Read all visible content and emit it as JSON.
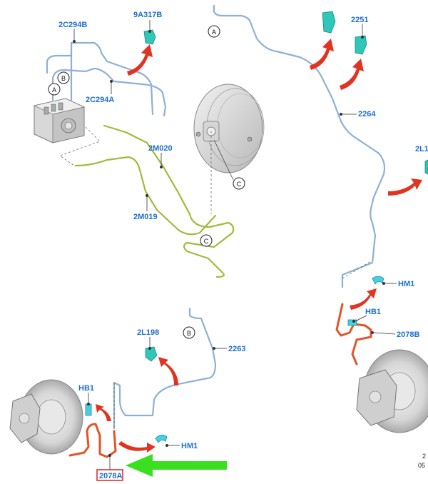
{
  "labels": {
    "p2C294B": "2C294B",
    "p9A317B": "9A317B",
    "p2C294A": "2C294A",
    "p2251": "2251",
    "p2264": "2264",
    "p2L1": "2L1",
    "p2M020": "2M020",
    "p2M019": "2M019",
    "p2L198": "2L198",
    "p2263": "2263",
    "pHB1_left": "HB1",
    "pHM1_left": "HM1",
    "p2078A": "2078A",
    "pHM1_right": "HM1",
    "pHB1_right": "HB1",
    "p2078B": "2078B"
  },
  "callouts": {
    "A": "A",
    "B": "B",
    "C": "C"
  },
  "footer": {
    "line1": "2",
    "line2": "05"
  },
  "colors": {
    "label_blue": "#1d6fd1",
    "brake_line_blue": "#8fb0d6",
    "brake_line_green": "#a6b83a",
    "hose_orange": "#e2542a",
    "arrow_red": "#e23220",
    "arrow_green": "#3adf1f",
    "part_teal": "#2fc7b7",
    "highlight_box": "#e02020"
  }
}
